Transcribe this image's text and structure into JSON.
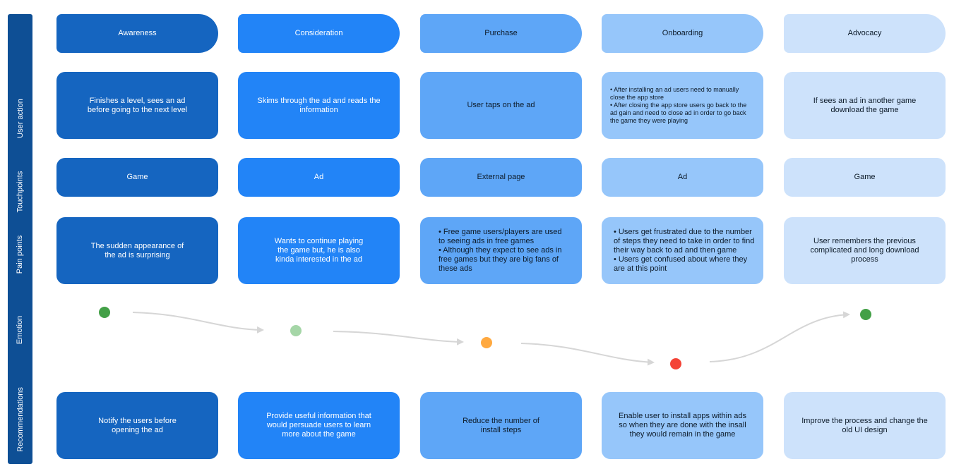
{
  "rows": [
    "User action",
    "Touchpoints",
    "Pain points",
    "Emotion",
    "Recommendations"
  ],
  "stages": [
    "Awareness",
    "Consideration",
    "Purchase",
    "Onboarding",
    "Advocacy"
  ],
  "user_action": [
    "Finishes a level, sees an ad\nbefore going to the next level",
    "Skims through the ad and reads the\ninformation",
    "User taps on the ad",
    "• After installing an ad users need to manually\nclose the app store\n• After closing the app store users go back to the\nad gain and need to close ad in order to go back\nthe game they were playing",
    "If sees an ad in another game\ndownload the game"
  ],
  "touchpoints": [
    "Game",
    "Ad",
    "External page",
    "Ad",
    "Game"
  ],
  "pain_points": [
    "The sudden appearance of\nthe ad is surprising",
    "Wants to continue playing\nthe game but, he is also\nkinda interested in the ad",
    "• Free game users/players are used\nto seeing ads in free games\n• Although they expect to see ads in\nfree games but they are big fans of\nthese ads",
    "• Users get frustrated due to the number\nof steps they need to take in order to find\ntheir way back to ad and then game\n• Users get confused about where they\nare at this point",
    "User remembers the previous\ncomplicated and long download\nprocess"
  ],
  "emotion": {
    "levels": [
      "positive",
      "slightly positive",
      "neutral",
      "negative",
      "positive"
    ],
    "colors": [
      "#43a047",
      "#a5d6a7",
      "#ffa940",
      "#f44336",
      "#43a047"
    ],
    "arrow_color": "#d6d6d6"
  },
  "recommendations": [
    "Notify the users before\nopening the ad",
    "Provide useful information that\nwould persuade users to learn\nmore about the game",
    "Reduce the number of\ninstall steps",
    "Enable user to install apps within ads\nso when they are done with the insall\nthey would remain in the game",
    "Improve the process and change the\nold UI design"
  ],
  "colors": {
    "rail": "#0e4f95",
    "stage_fills": [
      "#1565c0",
      "#2284f7",
      "#5ea6f7",
      "#96c6fa",
      "#cde2fb"
    ]
  }
}
